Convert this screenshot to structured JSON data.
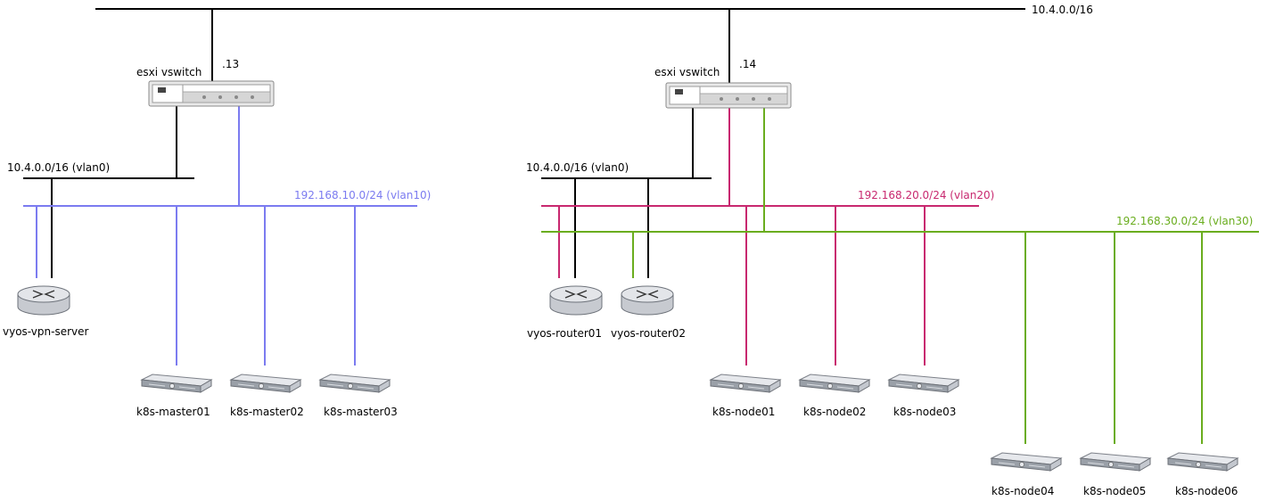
{
  "colors": {
    "black": "#000000",
    "vlan10": "#7b7bf0",
    "vlan20": "#c8286f",
    "vlan30": "#6aad1e"
  },
  "networks": {
    "top": "10.4.0.0/16",
    "left_vlan0": "10.4.0.0/16 (vlan0)",
    "right_vlan0": "10.4.0.0/16 (vlan0)",
    "vlan10": "192.168.10.0/24 (vlan10)",
    "vlan20": "192.168.20.0/24 (vlan20)",
    "vlan30": "192.168.30.0/24 (vlan30)"
  },
  "switches": [
    {
      "label": "esxi vswitch",
      "suffix": ".13",
      "icon": "switch-icon"
    },
    {
      "label": "esxi vswitch",
      "suffix": ".14",
      "icon": "switch-icon"
    }
  ],
  "routers": [
    {
      "label": "vyos-vpn-server",
      "icon": "router-icon"
    },
    {
      "label": "vyos-router01",
      "icon": "router-icon"
    },
    {
      "label": "vyos-router02",
      "icon": "router-icon"
    }
  ],
  "servers": [
    {
      "label": "k8s-master01",
      "icon": "server-icon"
    },
    {
      "label": "k8s-master02",
      "icon": "server-icon"
    },
    {
      "label": "k8s-master03",
      "icon": "server-icon"
    },
    {
      "label": "k8s-node01",
      "icon": "server-icon"
    },
    {
      "label": "k8s-node02",
      "icon": "server-icon"
    },
    {
      "label": "k8s-node03",
      "icon": "server-icon"
    },
    {
      "label": "k8s-node04",
      "icon": "server-icon"
    },
    {
      "label": "k8s-node05",
      "icon": "server-icon"
    },
    {
      "label": "k8s-node06",
      "icon": "server-icon"
    }
  ]
}
